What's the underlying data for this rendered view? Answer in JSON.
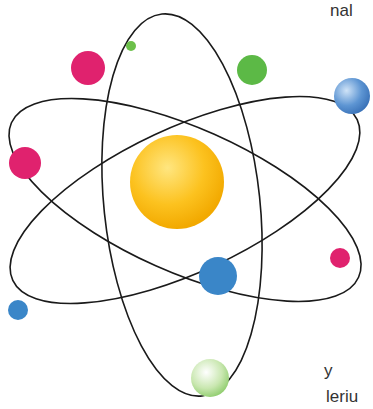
{
  "diagram": {
    "labels": [
      "nal",
      "y",
      "leriu"
    ]
  }
}
